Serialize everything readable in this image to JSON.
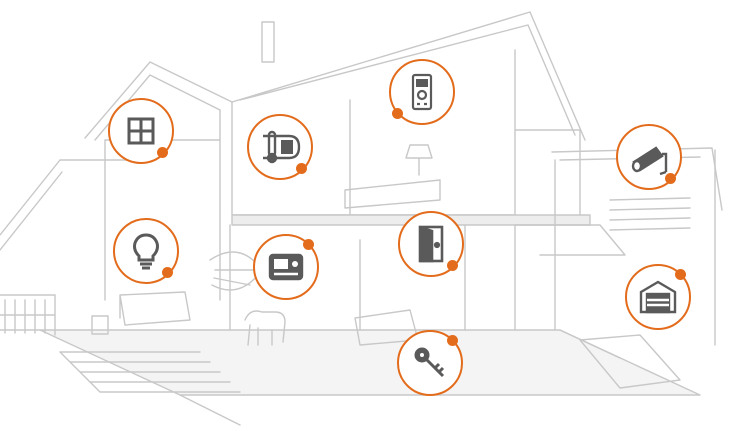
{
  "theme": {
    "accent": "#e36c1c",
    "line": "#c8c8c8",
    "icon": "#5a5a5a",
    "floor": "#ededed"
  },
  "house_illustration": "house-cutaway-drawing",
  "hotspots": [
    {
      "id": "window",
      "icon": "window-icon"
    },
    {
      "id": "remote",
      "icon": "remote-control-icon"
    },
    {
      "id": "thermostat",
      "icon": "thermostat-icon"
    },
    {
      "id": "camera",
      "icon": "security-camera-icon"
    },
    {
      "id": "light",
      "icon": "light-bulb-icon"
    },
    {
      "id": "intercom",
      "icon": "intercom-icon"
    },
    {
      "id": "door",
      "icon": "door-icon"
    },
    {
      "id": "garage",
      "icon": "garage-door-icon"
    },
    {
      "id": "key",
      "icon": "key-icon"
    }
  ]
}
